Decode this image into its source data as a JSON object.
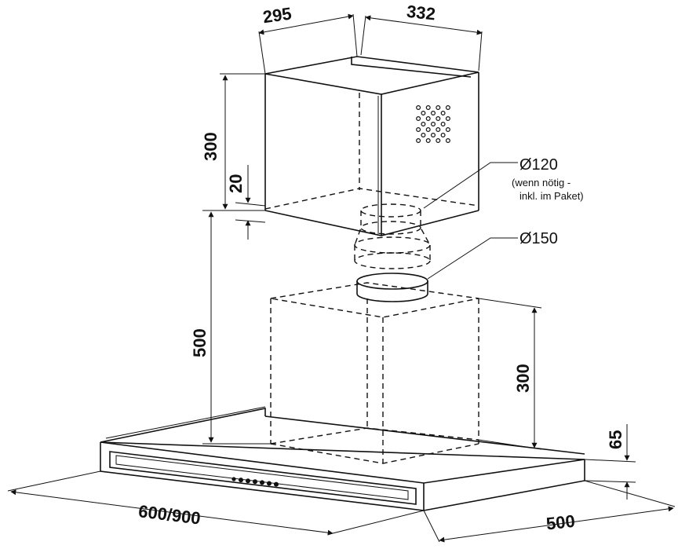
{
  "dimensions": {
    "top_depth": "295",
    "top_width": "332",
    "chimney_upper_height": "300",
    "overlap": "20",
    "chimney_total_lower": "500",
    "chimney_lower_height": "300",
    "canopy_height": "65",
    "canopy_width": "600/900",
    "canopy_depth": "500"
  },
  "callouts": {
    "duct_small": {
      "diameter": "Ø120",
      "note_line1": "(wenn nötig -",
      "note_line2": "inkl. im Paket)"
    },
    "duct_large": {
      "diameter": "Ø150"
    }
  },
  "control_panel": {
    "button_count": 7
  },
  "colors": {
    "line": "#111111",
    "background": "#ffffff"
  }
}
